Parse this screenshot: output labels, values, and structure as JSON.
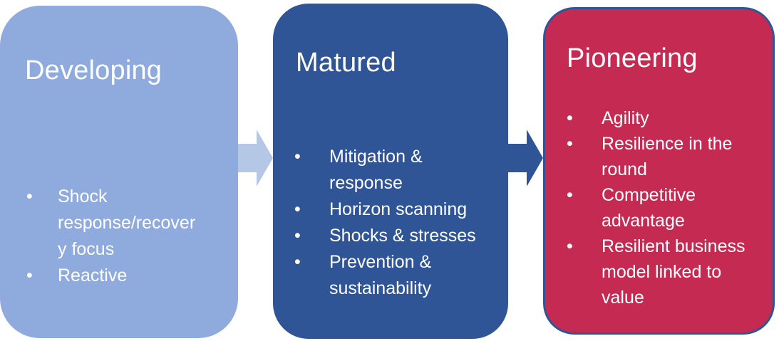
{
  "diagram": {
    "bullet_char": "•",
    "colors": {
      "developing_fill": "#8FAADC",
      "matured_fill": "#2F5597",
      "pioneering_fill": "#C52A52",
      "pioneering_border": "#2F5597",
      "arrow_developing_to_matured": "#B4C7E7",
      "arrow_matured_to_pioneering": "#2F5597",
      "text": "#FFFFFF"
    },
    "stages": [
      {
        "title": "Developing",
        "bullets": [
          {
            "lines": [
              "Shock",
              "response/recover",
              "y focus"
            ]
          },
          {
            "lines": [
              "Reactive"
            ]
          }
        ]
      },
      {
        "title": "Matured",
        "bullets": [
          {
            "lines": [
              "Mitigation &",
              "response"
            ]
          },
          {
            "lines": [
              "Horizon scanning"
            ]
          },
          {
            "lines": [
              "Shocks & stresses"
            ]
          },
          {
            "lines": [
              "Prevention &",
              "sustainability"
            ]
          }
        ]
      },
      {
        "title": "Pioneering",
        "bullets": [
          {
            "lines": [
              "Agility"
            ]
          },
          {
            "lines": [
              "Resilience in the",
              "round"
            ]
          },
          {
            "lines": [
              "Competitive",
              "advantage"
            ]
          },
          {
            "lines": [
              "Resilient business",
              "model linked to",
              "value"
            ]
          }
        ]
      }
    ],
    "arrows": [
      {
        "from": "Developing",
        "to": "Matured",
        "direction": "right"
      },
      {
        "from": "Matured",
        "to": "Pioneering",
        "direction": "right"
      }
    ]
  }
}
